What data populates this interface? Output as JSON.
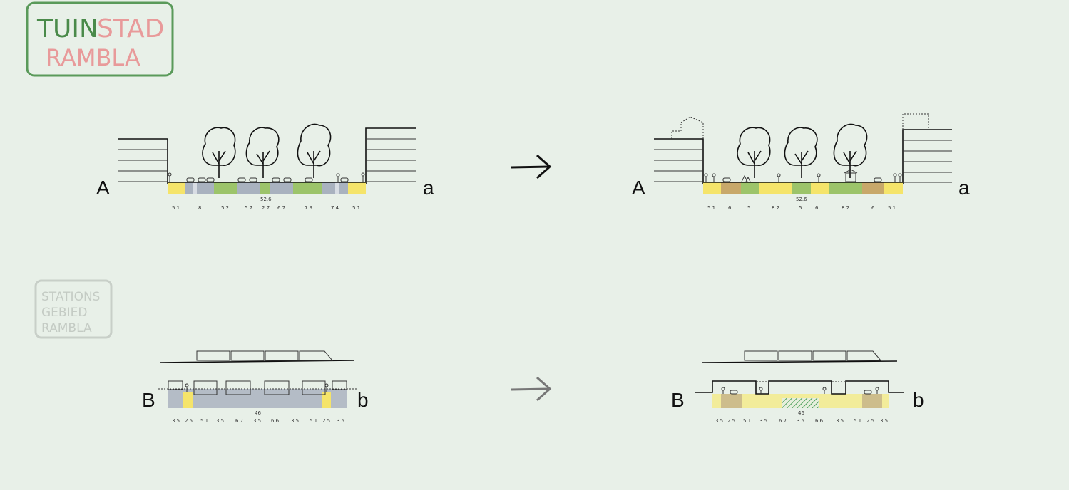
{
  "title_card": {
    "line1a": "TUIN",
    "line1b": "STAD",
    "line2": "RAMBLA"
  },
  "title_card_faded": {
    "line1": "STATIONS",
    "line2": "GEBIED",
    "line3": "RAMBLA"
  },
  "section_a": {
    "left_label": "A",
    "right_label": "a",
    "total": "52.6",
    "before_dims": [
      "5.1",
      "8",
      "5.2",
      "5.7",
      "2.7",
      "6.7",
      "7.9",
      "7.4",
      "5.1"
    ],
    "after_dims": [
      "5.1",
      "6",
      "5",
      "8.2",
      "5",
      "6",
      "8.2",
      "6",
      "5.1"
    ]
  },
  "section_b": {
    "left_label": "B",
    "right_label": "b",
    "total": "46",
    "before_dims": [
      "3.5",
      "2.5",
      "5.1",
      "3.5",
      "6.7",
      "3.5",
      "6.6",
      "3.5",
      "5.1",
      "2.5",
      "3.5"
    ],
    "after_dims": [
      "3.5",
      "2.5",
      "5.1",
      "3.5",
      "6.7",
      "3.5",
      "6.6",
      "3.5",
      "5.1",
      "2.5",
      "3.5"
    ]
  },
  "colors": {
    "yellow": "#f5e46a",
    "grey": "#a9b2bf",
    "green": "#9cc46a",
    "brown": "#c8a86a",
    "card_green": "#5a9a5a",
    "card_red": "#e8a0a0"
  },
  "arrows": [
    "arrow-right",
    "arrow-right"
  ]
}
